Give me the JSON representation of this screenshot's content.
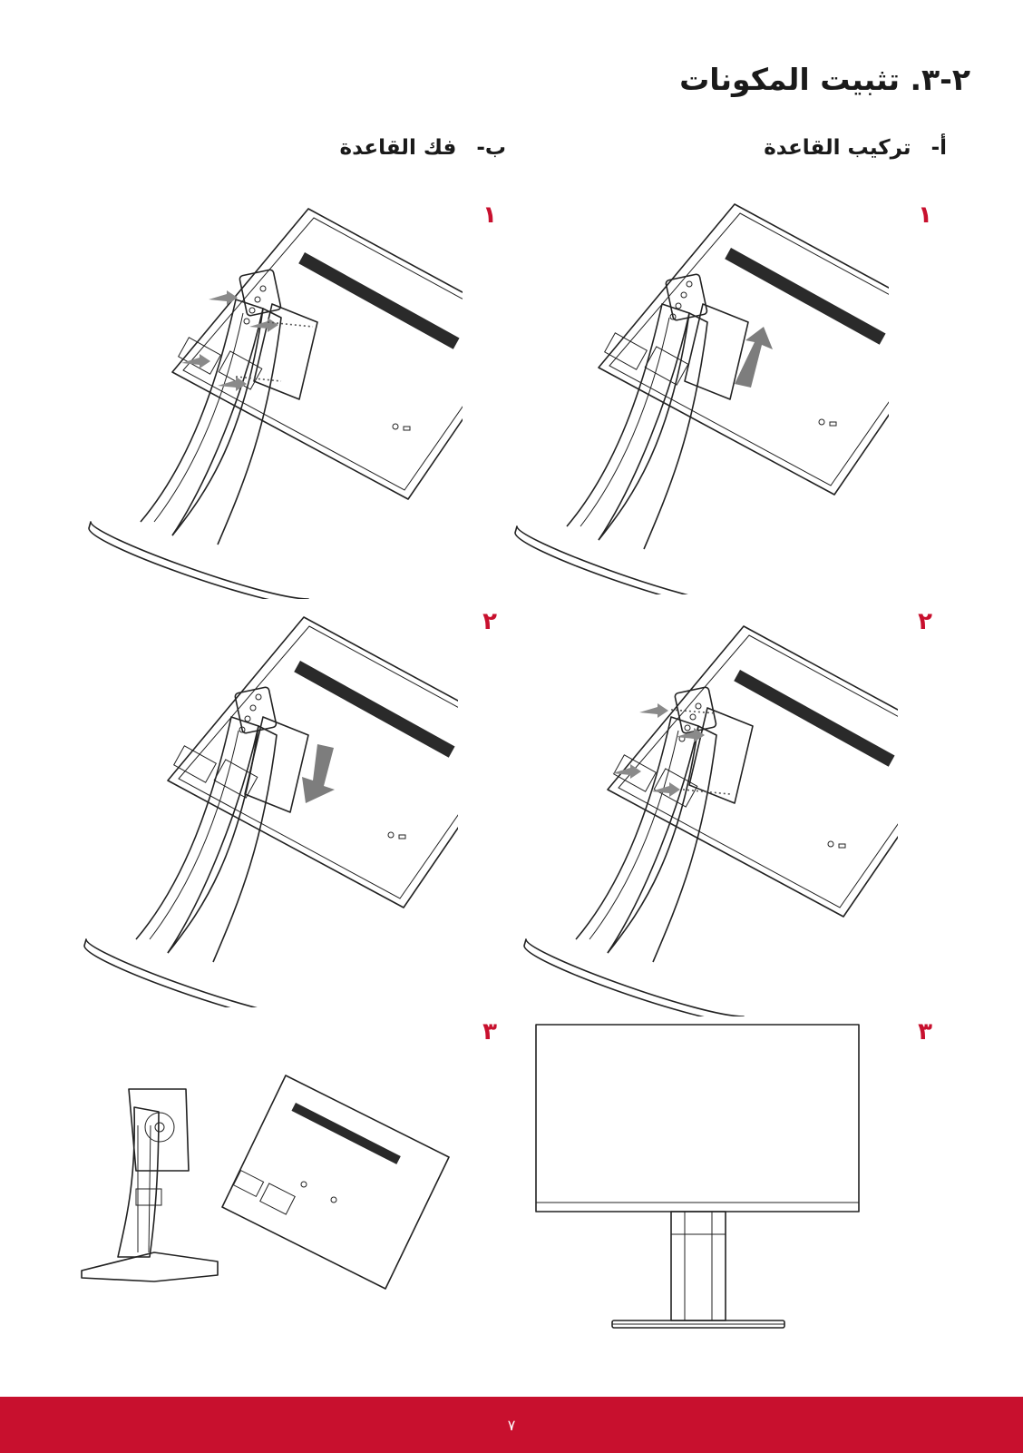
{
  "page": {
    "title": "٢-٣. تثبيت المكونات",
    "page_number": "٧"
  },
  "sections": [
    {
      "id": "a",
      "prefix": "أ-",
      "label": "تركيب القاعدة",
      "steps": [
        {
          "number": "١",
          "illustration": "attach-slide-up"
        },
        {
          "number": "٢",
          "illustration": "attach-insert-screws"
        },
        {
          "number": "٣",
          "illustration": "monitor-front-on-stand"
        }
      ]
    },
    {
      "id": "b",
      "prefix": "ب-",
      "label": "فك القاعدة",
      "steps": [
        {
          "number": "١",
          "illustration": "remove-screws"
        },
        {
          "number": "٢",
          "illustration": "detach-slide-down"
        },
        {
          "number": "٣",
          "illustration": "separated-stand-and-monitor"
        }
      ]
    }
  ],
  "colors": {
    "accent": "#c8102e",
    "ink": "#1a1a1a",
    "arrow": "#7d7d7d"
  }
}
